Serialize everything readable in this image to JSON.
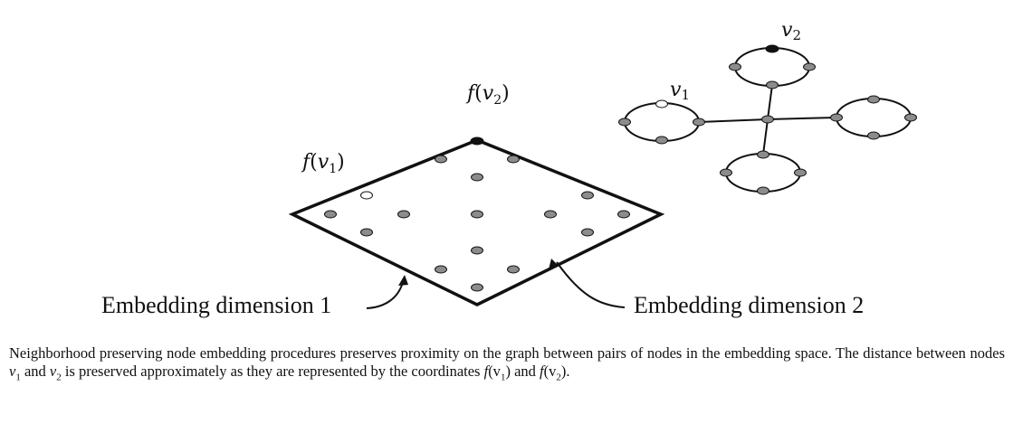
{
  "labels": {
    "f_v1": "f(v1)",
    "f_v2": "f(v2)",
    "v1": "v1",
    "v2": "v2",
    "dim1": "Embedding dimension 1",
    "dim2": "Embedding dimension 2"
  },
  "caption": {
    "part1": "Neighborhood preserving node embedding procedures preserves proximity on the graph between pairs of nodes in the embedding space. The distance between nodes ",
    "v1": "v",
    "v1_sub": "1",
    "and1": " and ",
    "v2": "v",
    "v2_sub": "2",
    "part2": " is preserved approximately as they are represented by the coordinates ",
    "f1": "f",
    "f1_open": "(v",
    "f1_sub": "1",
    "f1_close": ")",
    "and2": " and ",
    "f2": "f",
    "f2_open": "(v",
    "f2_sub": "2",
    "f2_close": ")",
    "end": "."
  },
  "colors": {
    "node_gray": "#8c8c8c",
    "node_black": "#111111",
    "node_white": "#ffffff",
    "stroke": "#111111"
  }
}
